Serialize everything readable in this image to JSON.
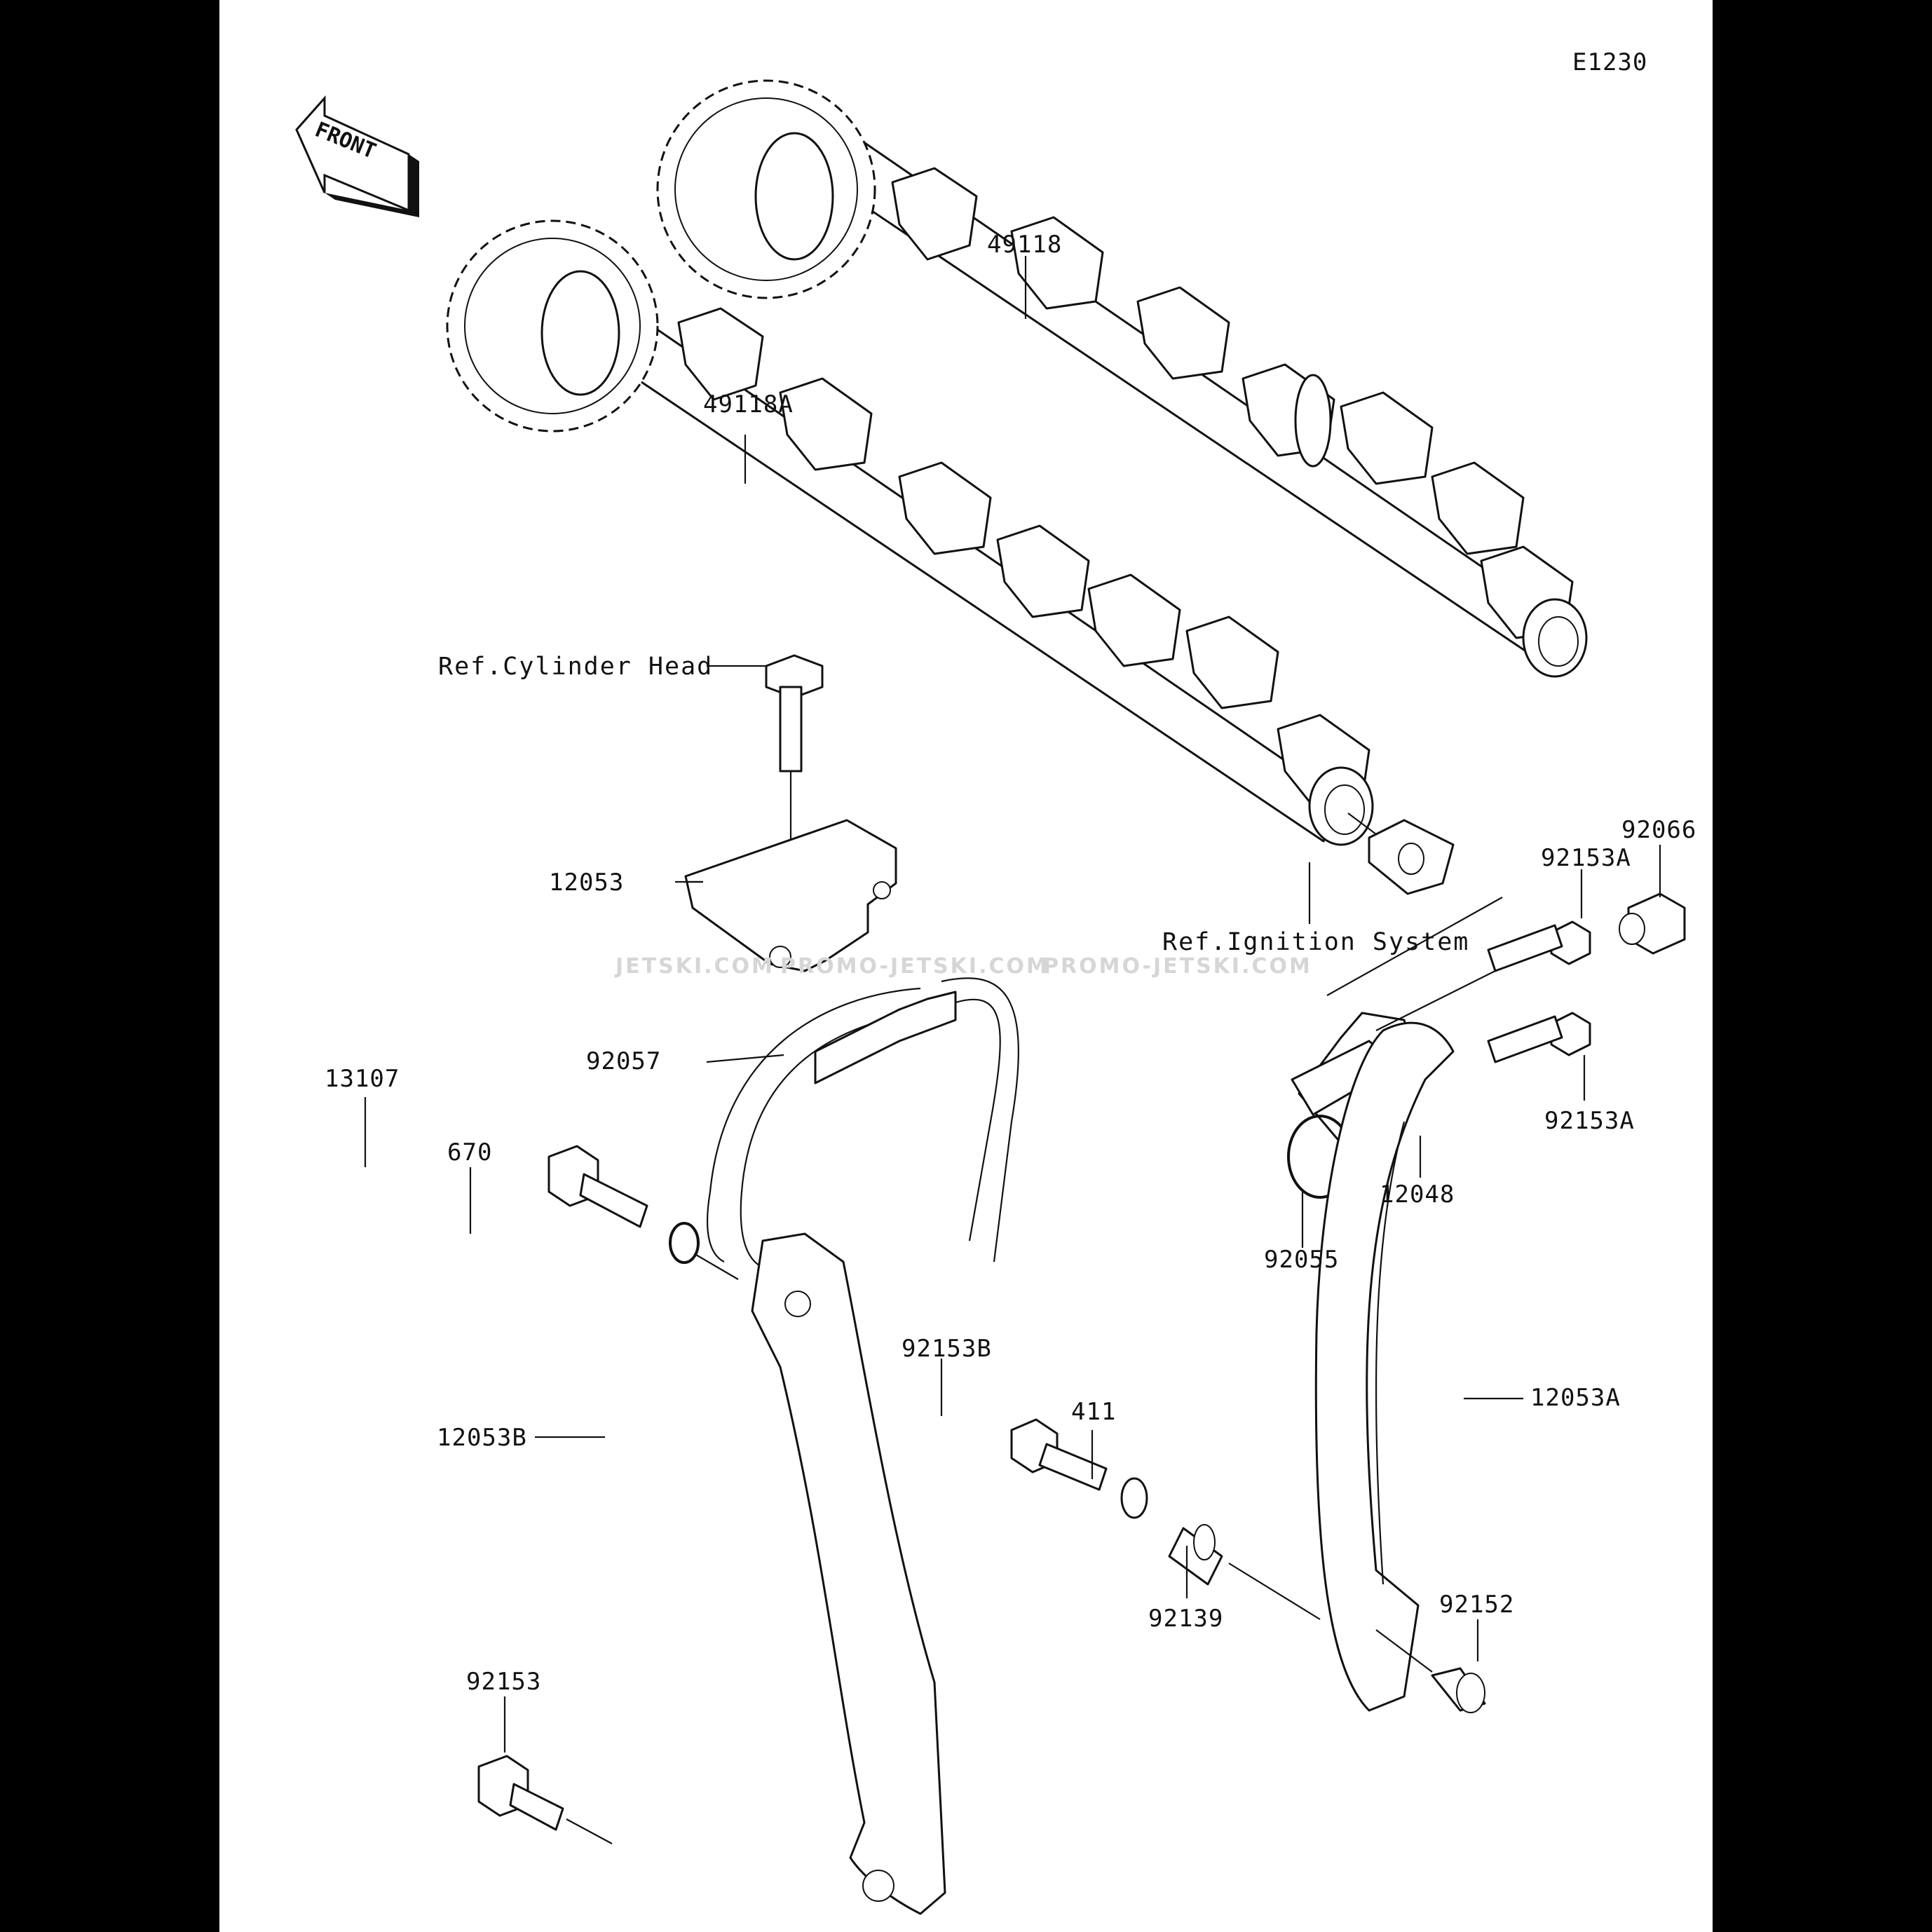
{
  "diagram_code": "E1230",
  "front_badge": "FRONT",
  "watermarks": [
    "JETSKI.COM",
    "PROMO-JETSKI.COM",
    "PROMO-JETSKI.COM"
  ],
  "part_labels": {
    "camshaft_exhaust": "49118",
    "camshaft_intake": "49118A",
    "guide_upper": "12053",
    "chain": "92057",
    "tensioner_bolt_a1": "92153A",
    "tensioner_bolt_a2": "92153A",
    "tensioner_cap": "92066",
    "tensioner": "12048",
    "tensioner_oring": "92055",
    "guide_bolt": "13107",
    "guide_oring": "670",
    "guide_rear": "12053B",
    "bolt_b": "92153B",
    "washer": "411",
    "collar": "92139",
    "guide_front": "12053A",
    "collar_small": "92152",
    "guide_bolt_lower": "92153"
  },
  "references": {
    "cylinder_head": "Ref.Cylinder Head",
    "ignition_system": "Ref.Ignition System"
  }
}
